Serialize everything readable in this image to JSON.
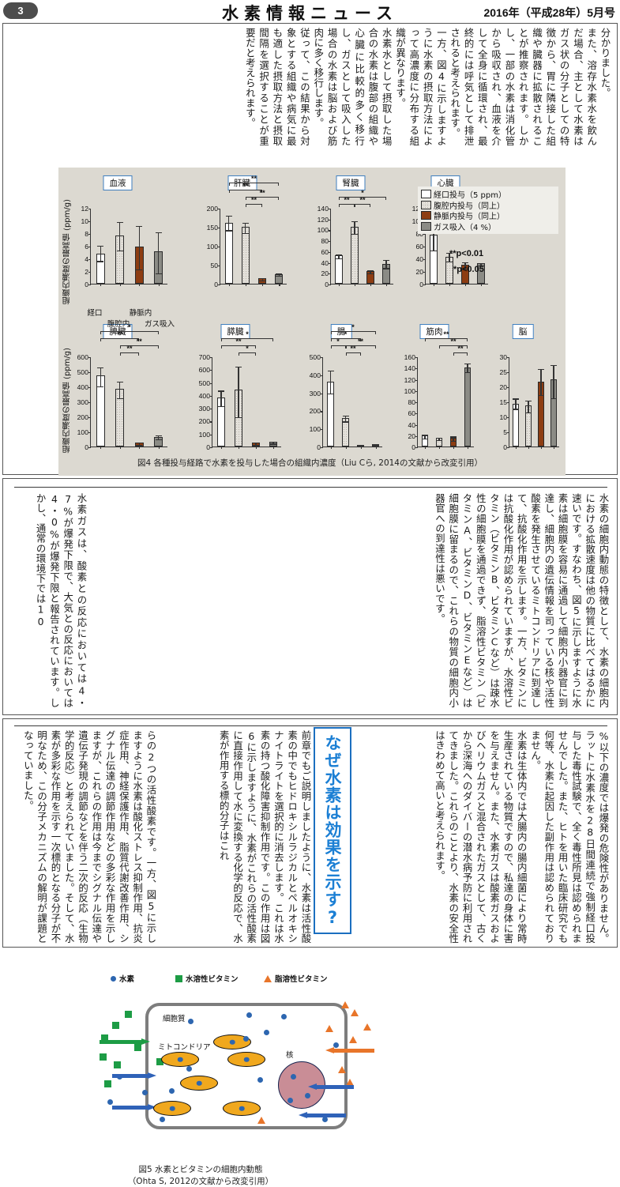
{
  "header": {
    "page_number": "3",
    "masthead": "水素情報ニュース",
    "issue": "2016年（平成28年）5月号"
  },
  "top_section": {
    "columns": [
      "分かりました。",
      "また、溶存水素水を飲んだ場合、主として水素はガス状の分子としての特徴から、胃に隣接した組織や臓器に拡散されることが推察されます。しかし、一部の水素は消化管から吸収され、血液を介して全身に循環され、最終的には呼気として排泄されると考えられます。",
      "一方、図4に示しますように水素の摂取方法によって高濃度に分布する組織が異なります。",
      "水素水として摂取した場合の水素は腹部の組織や心臓に比較的多く移行し、ガスとして吸入した場合の水素は脳および筋肉に多く移行します。",
      "従って、この結果から対象とする組織や病気に最も適した摂取方法と摂取間隔を選択することが重要だと考えられます。"
    ],
    "figure_caption": "図4 各種投与経路で水素を投与した場合の組織内濃度（Liu Cら, 2014の文献から改変引用）"
  },
  "chart_data": {
    "type": "bar",
    "title": "各種投与経路で水素を投与した場合の組織内濃度",
    "ylabel": "組織内濃度の最高値 (ppm/g)",
    "categories": [
      "経口",
      "腹腔内",
      "静脈内",
      "ガス吸入"
    ],
    "legend": [
      {
        "label": "経口投与（5 ppm）",
        "color": "#ffffff",
        "key": "oral"
      },
      {
        "label": "腹腔内投与（同上）",
        "color": "#e3e0da",
        "key": "ip"
      },
      {
        "label": "静脈内投与（同上）",
        "color": "#8d3d12",
        "key": "iv"
      },
      {
        "label": "ガス吸入（4 %）",
        "color": "#8b8b85",
        "key": "gas"
      }
    ],
    "significance_notes": [
      "**p<0.01",
      "*p<0.05"
    ],
    "panels": [
      {
        "name": "血液",
        "ymax": 12,
        "yticks": [
          0,
          2,
          4,
          6,
          8,
          10,
          12
        ],
        "values": [
          4.8,
          7.6,
          5.9,
          5.1
        ],
        "err_low": [
          3.7,
          5.4,
          2.4,
          1.8
        ],
        "err_high": [
          6.1,
          9.9,
          9.3,
          8.3
        ],
        "sig": []
      },
      {
        "name": "肝臓",
        "ymax": 200,
        "yticks": [
          0,
          50,
          100,
          150,
          200
        ],
        "values": [
          161,
          149,
          14,
          26
        ],
        "err_low": [
          143,
          136,
          11,
          23
        ],
        "err_high": [
          181,
          163,
          17,
          29
        ],
        "sig": [
          {
            "from": 0,
            "to": 3,
            "mark": "**",
            "level": 3
          },
          {
            "from": 0,
            "to": 2,
            "mark": "**",
            "level": 2
          },
          {
            "from": 1,
            "to": 3,
            "mark": "**",
            "level": 1
          },
          {
            "from": 1,
            "to": 2,
            "mark": "**",
            "level": 0
          }
        ]
      },
      {
        "name": "腎臓",
        "ymax": 140,
        "yticks": [
          0,
          20,
          40,
          60,
          80,
          100,
          120,
          140
        ],
        "values": [
          52,
          105,
          23,
          37
        ],
        "err_low": [
          48,
          93,
          21,
          30
        ],
        "err_high": [
          56,
          117,
          26,
          45
        ],
        "sig": [
          {
            "from": 0,
            "to": 3,
            "mark": "*",
            "level": 1
          },
          {
            "from": 0,
            "to": 1,
            "mark": "**",
            "level": 0
          },
          {
            "from": 1,
            "to": 2,
            "mark": "**",
            "level": 0
          }
        ]
      },
      {
        "name": "心臓",
        "ymax": 120,
        "yticks": [
          0,
          20,
          40,
          60,
          80,
          100,
          120
        ],
        "values": [
          78,
          42,
          30,
          32
        ],
        "err_low": [
          54,
          36,
          25,
          30
        ],
        "err_high": [
          102,
          50,
          35,
          34
        ],
        "sig": []
      },
      {
        "name": "脾臓",
        "ymax": 600,
        "yticks": [
          0,
          100,
          200,
          300,
          400,
          500,
          600
        ],
        "values": [
          474,
          383,
          24,
          64
        ],
        "err_low": [
          404,
          327,
          18,
          52
        ],
        "err_high": [
          534,
          438,
          32,
          78
        ],
        "sig": [
          {
            "from": 0,
            "to": 3,
            "mark": "*",
            "level": 3
          },
          {
            "from": 0,
            "to": 2,
            "mark": "**",
            "level": 2
          },
          {
            "from": 1,
            "to": 3,
            "mark": "**",
            "level": 1
          },
          {
            "from": 1,
            "to": 2,
            "mark": "**",
            "level": 0
          }
        ]
      },
      {
        "name": "膵臓",
        "ymax": 700,
        "yticks": [
          0,
          100,
          200,
          300,
          400,
          500,
          600,
          700
        ],
        "values": [
          380,
          441,
          28,
          36
        ],
        "err_low": [
          322,
          233,
          21,
          28
        ],
        "err_high": [
          440,
          626,
          35,
          44
        ],
        "sig": [
          {
            "from": 0,
            "to": 3,
            "mark": "*",
            "level": 2
          },
          {
            "from": 0,
            "to": 2,
            "mark": "**",
            "level": 1
          },
          {
            "from": 1,
            "to": 2,
            "mark": "*",
            "level": 0
          }
        ]
      },
      {
        "name": "腸",
        "ymax": 500,
        "yticks": [
          0,
          100,
          200,
          300,
          400,
          500
        ],
        "values": [
          361,
          157,
          11,
          12
        ],
        "err_low": [
          300,
          143,
          8,
          9
        ],
        "err_high": [
          425,
          175,
          15,
          16
        ],
        "sig": [
          {
            "from": 0,
            "to": 3,
            "mark": "*",
            "level": 3
          },
          {
            "from": 0,
            "to": 2,
            "mark": "*",
            "level": 2
          },
          {
            "from": 0,
            "to": 1,
            "mark": "*",
            "level": 1
          },
          {
            "from": 1,
            "to": 3,
            "mark": "**",
            "level": 1
          },
          {
            "from": 1,
            "to": 2,
            "mark": "**",
            "level": 0
          }
        ]
      },
      {
        "name": "筋肉",
        "ymax": 160,
        "yticks": [
          0,
          20,
          40,
          60,
          80,
          100,
          120,
          140,
          160
        ],
        "values": [
          19,
          15,
          15,
          141
        ],
        "err_low": [
          16,
          13,
          11,
          134
        ],
        "err_high": [
          22,
          17,
          19,
          149
        ],
        "sig": [
          {
            "from": 0,
            "to": 3,
            "mark": "**",
            "level": 2
          },
          {
            "from": 1,
            "to": 3,
            "mark": "**",
            "level": 1
          },
          {
            "from": 2,
            "to": 3,
            "mark": "**",
            "level": 0
          }
        ]
      },
      {
        "name": "脳",
        "ymax": 30,
        "yticks": [
          0,
          5,
          10,
          15,
          20,
          25,
          30
        ],
        "values": [
          14.2,
          13.6,
          21.7,
          22.5
        ],
        "err_low": [
          12.8,
          11.6,
          17.3,
          16.4
        ],
        "err_high": [
          16.2,
          15.6,
          26.0,
          27.5
        ],
        "sig": []
      }
    ]
  },
  "mid_section": {
    "left_columns": [
      "水素ガスは、酸素との反応においては4・7%が爆発下限で、大気との反応においては4・0%が爆発下限と報告されています。しかし、通常の環境下では10"
    ],
    "right_columns": [
      "水素の細胞内動態の特徴として、水素の細胞内における拡散速度は他の物質に比べてはるかに速いです。すなわち、図5に示しますように水素は細胞膜を容易に通過して細胞内小器官に到達し、細胞内の遺伝情報を司っている核や活性酸素を発生させているミトコンドリアに到達して、抗酸化作用を示します。一方、ビタミンには抗酸化作用が認められていますが、水溶性ビタミン（ビタミンB、ビタミンCなど）は疎水性の細胞膜を通過できず、脂溶性ビタミン（ビタミンA、ビタミンD、ビタミンEなど）は細胞膜に留まるので、これらの物質の細胞内小器官への到達性は悪いです。"
    ],
    "figure": {
      "legend": [
        {
          "shape": "circle",
          "color": "#2d66b0",
          "label": "水素"
        },
        {
          "shape": "square",
          "color": "#1d9c45",
          "label": "水溶性ビタミン"
        },
        {
          "shape": "triangle",
          "color": "#e8752a",
          "label": "脂溶性ビタミン"
        }
      ],
      "labels": {
        "cytoplasm": "細胞質",
        "mitochondria": "ミトコンドリア",
        "nucleus": "核"
      },
      "caption_line1": "図5 水素とビタミンの細胞内動態",
      "caption_line2": "（Ohta S, 2012の文献から改変引用）"
    }
  },
  "bottom_section": {
    "callout": "なぜ水素は効果を示す?",
    "left_columns": [
      "らの2つの活性酸素です。一方、図5に示しますように水素は酸化ストレス抑制作用、抗炎症作用、神経保護作用、脂質代謝改善作用、シグナル伝達の調節作用などの多彩な作用を示しますが、これらの作用は今までシグナル伝達や遺伝子発現の調節などを伴う二次的反応（生物学的反応）と考えられていました。そして、水素が多彩な作用を示す一次標的となる分子が不明なため、この分子メカニズムの解明が課題となっていました。"
    ],
    "mid_columns": [
      "前章でもご説明しましたように、水素は活性酸素の中でもヒドロキシルラジカルとペルオキシナイトライトを選択的に消去します。これは水素の持つ酸化障害抑制作用です。この作用は図6に示しますように、水素がこれらの活性酸素に直接作用して水に変換する化学的反応で、水素が作用する標的分子はこれ"
    ],
    "right_columns": [
      "%以下の濃度では爆発の危険性がありません。ラットに水素水を28日間連続で強制経口投与した毒性試験で、全く毒性所見は認められませんでした。また、ヒトを用いた臨床研究でも何等、水素に起因した副作用は認められておりません。",
      "水素は生体内では大腸内の腸内細菌により常時生産されている物質ですので、私達の身体に害を与えません。また、水素ガスは酸素ガスおよびヘリウムガスと混合されたガスとして、古くから深海へのダイバーの潜水病予防に利用されてきました。これらのことより、水素の安全性はきわめて高いと考えられます。"
    ]
  }
}
